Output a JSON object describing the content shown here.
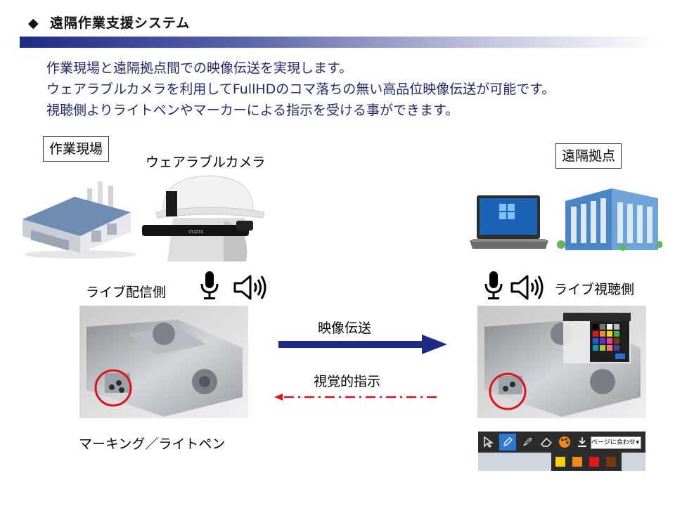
{
  "header": {
    "bullet": "◆",
    "title": "遠隔作業支援システム"
  },
  "intro": [
    "作業現場と遠隔拠点間での映像伝送を実現します。",
    "ウェアラブルカメラを利用してFullHDのコマ落ちの無い高品位映像伝送が可能です。",
    "視聴側よりライトペンやマーカーによる指示を受ける事ができます。"
  ],
  "site": {
    "box_label": "作業現場",
    "camera_label": "ウェアラブルカメラ",
    "camera_brand": "VUZIX",
    "stream_label": "ライブ配信側",
    "marking_label": "マーキング／ライトペン"
  },
  "remote": {
    "box_label": "遠隔拠点",
    "view_label": "ライブ視聴側"
  },
  "arrows": {
    "video": "映像伝送",
    "instruction": "視覚的指示"
  },
  "toolbar": {
    "zoom_select": "ページに合わせ",
    "swatches": [
      "#f6d10f",
      "#f08a1c",
      "#e01818",
      "#7a3a10"
    ]
  },
  "colors": {
    "accent": "#1f2a86",
    "marker": "#e0101a"
  }
}
